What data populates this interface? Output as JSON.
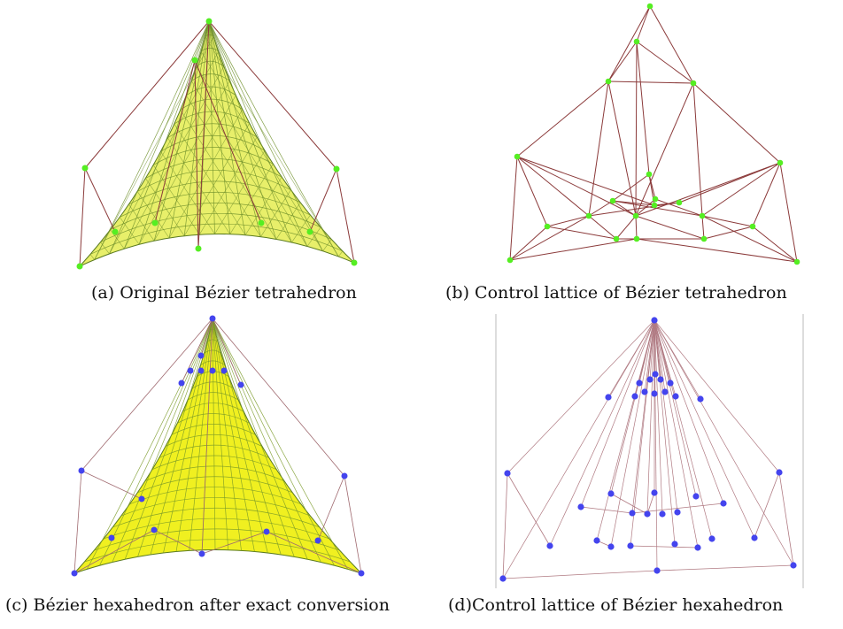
{
  "figure": {
    "panels": [
      {
        "id": "a",
        "caption": "(a) Original Bézier tetrahedron"
      },
      {
        "id": "b",
        "caption": "(b) Control lattice of Bézier tetrahedron"
      },
      {
        "id": "c",
        "caption": "(c) Bézier hexahedron after exact conversion"
      },
      {
        "id": "d",
        "caption": "(d)Control lattice of Bézier hexahedron"
      }
    ]
  },
  "colors": {
    "surface_fill_a": "#e8ef6a",
    "surface_fill_c": "#f0f020",
    "mesh_line": "#6f8f2a",
    "lattice_edge": "#8b3a3a",
    "tet_control_point": "#55ee22",
    "hex_control_point": "#4444ee"
  }
}
